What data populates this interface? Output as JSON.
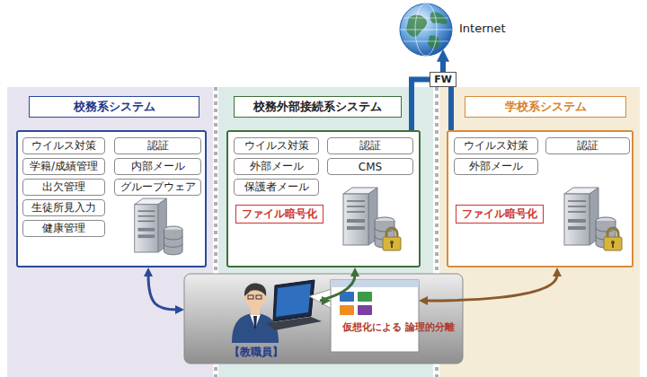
{
  "diagram": {
    "nodes": [
      {
        "text": [
          "Internet"
        ]
      },
      {
        "text": [
          "FW"
        ]
      },
      {
        "text": [
          "校務系システム"
        ]
      },
      {
        "text": [
          "ウイルス対策"
        ],
        "in": 2
      },
      {
        "text": [
          "認証"
        ],
        "in": 2
      },
      {
        "text": [
          "学籍/成績管理"
        ],
        "in": 2
      },
      {
        "text": [
          "内部メール"
        ],
        "in": 2
      },
      {
        "text": [
          "出欠管理"
        ],
        "in": 2
      },
      {
        "text": [
          "グループウェア"
        ],
        "in": 2
      },
      {
        "text": [
          "生徒所見入力"
        ],
        "in": 2
      },
      {
        "text": [
          "健康管理"
        ],
        "in": 2
      },
      {
        "text": [
          "校務外部接続系システム"
        ]
      },
      {
        "text": [
          "ウイルス対策"
        ],
        "in": 11
      },
      {
        "text": [
          "認証"
        ],
        "in": 11
      },
      {
        "text": [
          "外部メール"
        ],
        "in": 11
      },
      {
        "text": [
          "CMS"
        ],
        "in": 11
      },
      {
        "text": [
          "保護者メール"
        ],
        "in": 11
      },
      {
        "text": [
          "ファイル暗号化"
        ],
        "in": 11
      },
      {
        "text": [
          "学校系システム"
        ]
      },
      {
        "text": [
          "ウイルス対策"
        ],
        "in": 18
      },
      {
        "text": [
          "認証"
        ],
        "in": 18
      },
      {
        "text": [
          "外部メール"
        ],
        "in": 18
      },
      {
        "text": [
          "ファイル暗号化"
        ],
        "in": 18
      },
      {
        "text": [
          "【教職員】"
        ]
      },
      {
        "text": [
          "仮想化による 論理的分離"
        ],
        "in": 23
      }
    ],
    "edges": [
      {
        "from": 11,
        "to": 1,
        "arrow": "none"
      },
      {
        "from": 18,
        "to": 1,
        "arrow": "none"
      },
      {
        "from": 1,
        "to": 0,
        "arrow": "to"
      },
      {
        "from": 2,
        "to": 23,
        "arrow": "both"
      },
      {
        "from": 11,
        "to": 24,
        "arrow": "both"
      },
      {
        "from": 18,
        "to": 24,
        "arrow": "both"
      }
    ]
  }
}
